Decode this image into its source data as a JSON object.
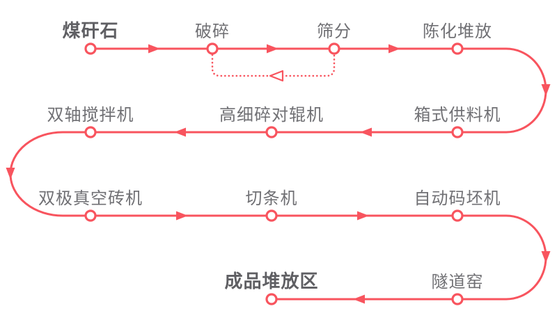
{
  "diagram": {
    "type": "process-flow",
    "colors": {
      "flow_line": "#f8545e",
      "node_fill": "#ffffff",
      "label": "#707074",
      "label_emphasis": "#5f5f63"
    },
    "nodes": {
      "coal-gangue": {
        "label": "煤矸石",
        "emphasis": true
      },
      "crushing": {
        "label": "破碎",
        "emphasis": false
      },
      "screening": {
        "label": "筛分",
        "emphasis": false
      },
      "aging-stacking": {
        "label": "陈化堆放",
        "emphasis": false
      },
      "box-feeder": {
        "label": "箱式供料机",
        "emphasis": false
      },
      "fine-roller-crusher": {
        "label": "高细碎对辊机",
        "emphasis": false
      },
      "twin-shaft-mixer": {
        "label": "双轴搅拌机",
        "emphasis": false
      },
      "vacuum-brick-machine": {
        "label": "双极真空砖机",
        "emphasis": false
      },
      "strip-cutter": {
        "label": "切条机",
        "emphasis": false
      },
      "auto-stacker": {
        "label": "自动码坯机",
        "emphasis": false
      },
      "tunnel-kiln": {
        "label": "隧道窑",
        "emphasis": false
      },
      "finished-stockyard": {
        "label": "成品堆放区",
        "emphasis": true
      }
    },
    "flow": {
      "main_sequence": [
        "煤矸石",
        "破碎",
        "筛分",
        "陈化堆放",
        "箱式供料机",
        "高细碎对辊机",
        "双轴搅拌机",
        "双极真空砖机",
        "切条机",
        "自动码坯机",
        "隧道窑",
        "成品堆放区"
      ],
      "feedback_loop": {
        "from": "筛分",
        "to": "破碎",
        "style": "dotted"
      }
    }
  }
}
